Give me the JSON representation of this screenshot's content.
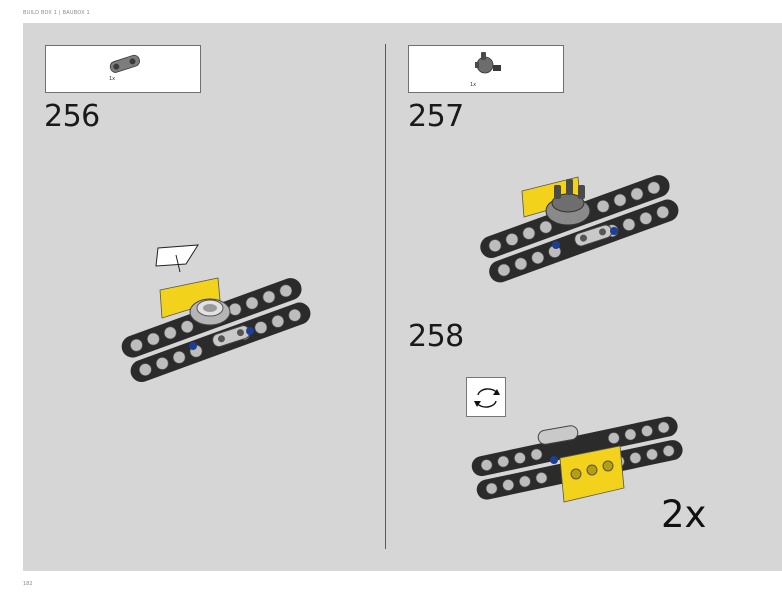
{
  "header": {
    "breadcrumb": "BUILD BOX 1 | BAUBOX 1"
  },
  "footer": {
    "page_number": "182"
  },
  "steps": [
    {
      "number": "256",
      "parts_qty": "1x",
      "part_icon": "connector-part-icon"
    },
    {
      "number": "257",
      "parts_qty": "1x",
      "part_icon": "turntable-hub-part-icon"
    },
    {
      "number": "258",
      "multiplier": "2x",
      "rotate_icon": "rotate-model-icon"
    }
  ],
  "colors": {
    "page_bg": "#d6d6d6",
    "accent_yellow": "#f2d21a",
    "track_black": "#2b2b2b",
    "pin_blue": "#1c3f94",
    "light_gray": "#a9a9a9"
  }
}
